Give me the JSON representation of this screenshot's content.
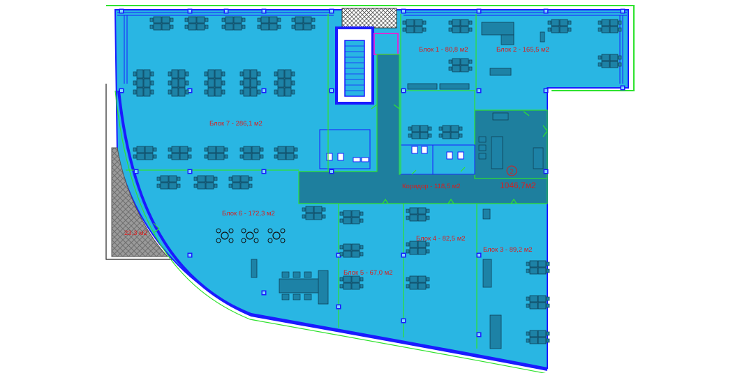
{
  "rooms": {
    "block1": "Блок 1 - 80,8 м2",
    "block2": "Блок 2 - 165,5 м2",
    "block3": "Блок 3 - 89,2 м2",
    "block4": "Блок 4 - 82,5 м2",
    "block5": "Блок 5 - 67,0 м2",
    "block6": "Блок 6 - 172,3 м2",
    "block7": "Блок 7 - 286,1 м2",
    "corridor": "Коридор - 118,5 м2",
    "balcony": "23,3 м2"
  },
  "floor": {
    "marker": "2",
    "total": "1046,7м2"
  },
  "colors": {
    "floor_fill": "#29b6e3",
    "wall": "#1a1aff",
    "partition": "#2fe22f",
    "corridor_fill": "#1e7f9e",
    "furniture": "#1b6d8b",
    "label": "#d81e1e",
    "hatch": "#8c8c8c"
  }
}
